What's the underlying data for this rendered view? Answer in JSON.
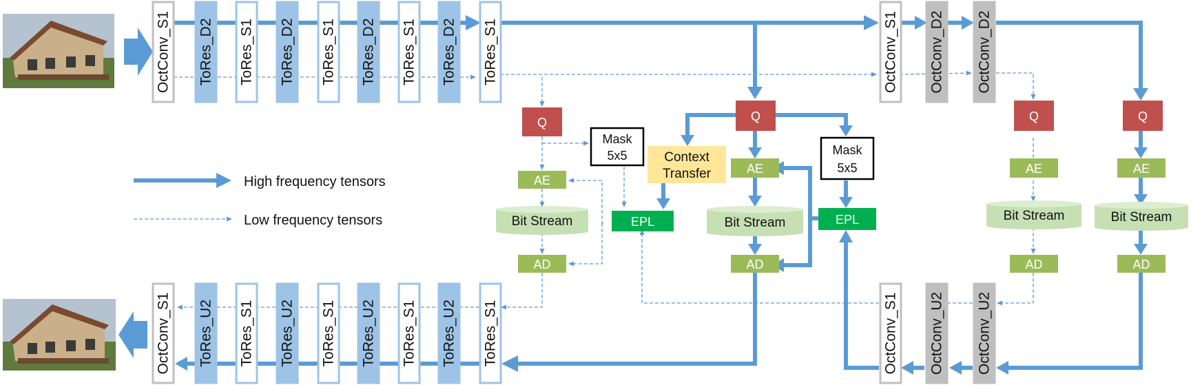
{
  "colors": {
    "arrow": "#5b9bd5",
    "layer_blue_fill": "#9dc3e6",
    "layer_border": "#9dc3e6",
    "layer_gray_fill": "#bfbfbf",
    "q_fill": "#c0504d",
    "ae_fill": "#9bbb59",
    "bitstream_fill": "#c6e0b4",
    "epl_fill": "#00b050",
    "context_fill": "#ffe699",
    "mask_border": "#000000",
    "image_sky": "#aeb9c6",
    "image_house": "#8a6a4a"
  },
  "icons": {
    "input_image": "house-photo-icon",
    "output_image": "house-photo-icon",
    "input_arrow": "block-arrow-right-icon",
    "output_arrow": "block-arrow-left-icon"
  },
  "encoder": {
    "layers": [
      "OctConv_S1",
      "ToRes_D2",
      "ToRes_S1",
      "ToRes_D2",
      "ToRes_S1",
      "ToRes_D2",
      "ToRes_S1",
      "ToRes_D2",
      "ToRes_S1"
    ]
  },
  "hyper_encoder": {
    "layers": [
      "OctConv_S1",
      "OctConv_D2",
      "OctConv_D2"
    ]
  },
  "decoder": {
    "layers": [
      "OctConv_S1",
      "ToRes_U2",
      "ToRes_S1",
      "ToRes_U2",
      "ToRes_S1",
      "ToRes_U2",
      "ToRes_S1",
      "ToRes_U2",
      "ToRes_S1"
    ]
  },
  "hyper_decoder": {
    "layers": [
      "OctConv_S1",
      "OctConv_U2",
      "OctConv_U2"
    ]
  },
  "modules": {
    "q": "Q",
    "ae": "AE",
    "ad": "AD",
    "bit_stream": "Bit Stream",
    "epl": "EPL",
    "mask_line1": "Mask",
    "mask_line2": "5x5",
    "context_line1": "Context",
    "context_line2": "Transfer"
  },
  "legend": {
    "high": "High frequency tensors",
    "low": "Low frequency tensors"
  }
}
